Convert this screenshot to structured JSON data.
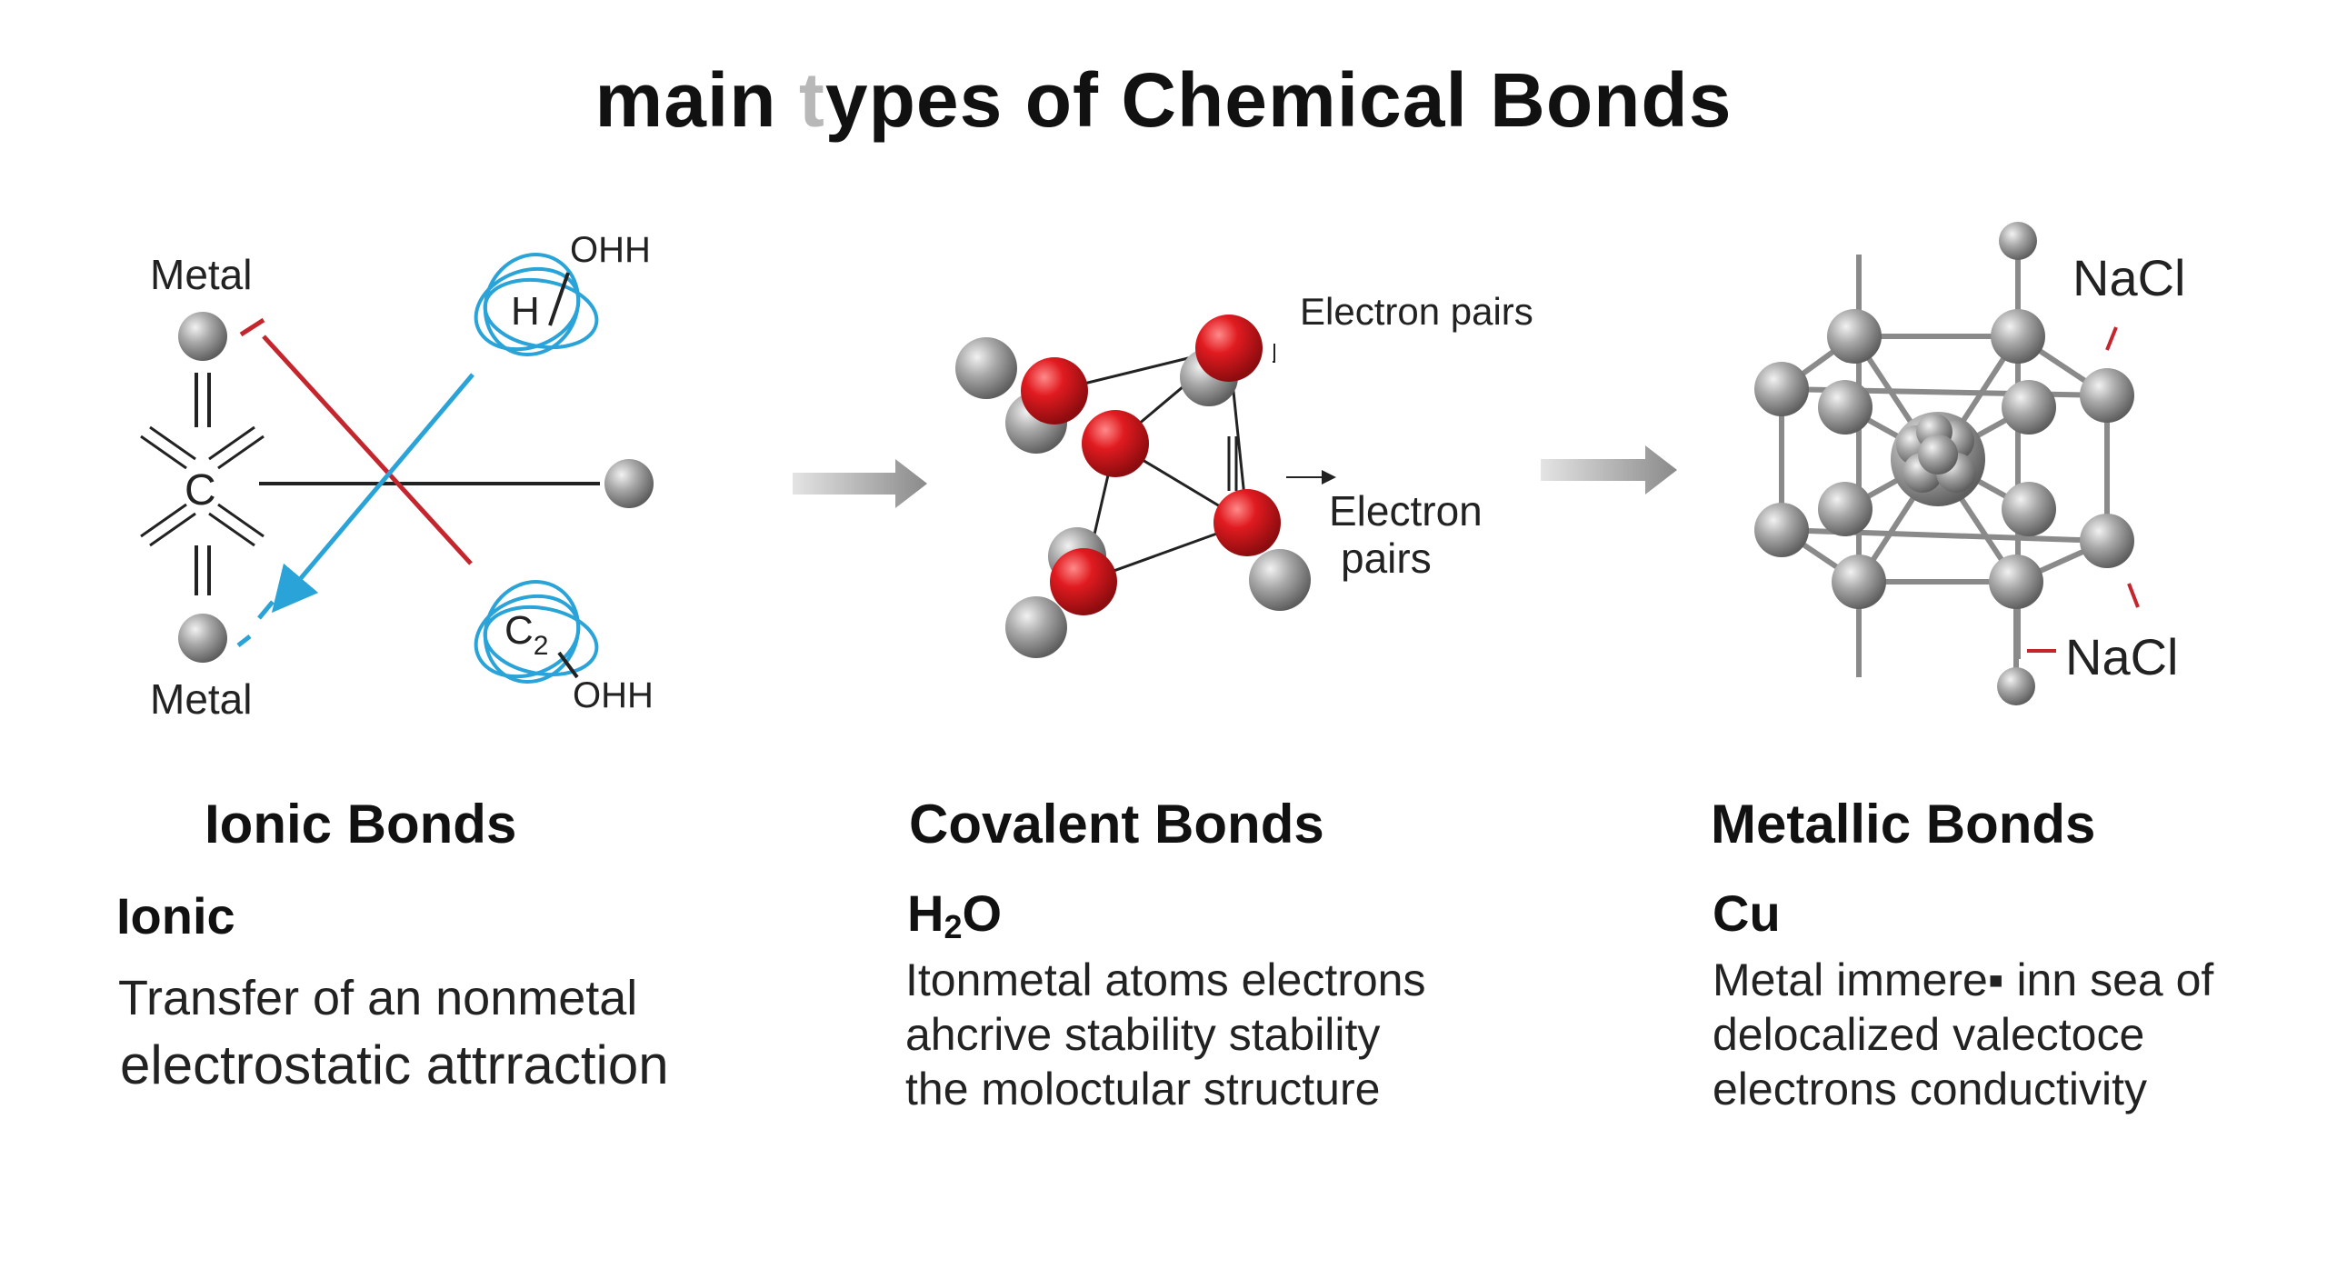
{
  "title": {
    "part1": "main ",
    "faded_letter": "t",
    "part2": "ypes of Chemical Bonds"
  },
  "diagrams": {
    "ionic": {
      "metal_top": "Metal",
      "metal_bottom": "Metal",
      "center_atom": "C",
      "cloud_top_atom": "H",
      "cloud_top_label": "OHH",
      "cloud_bottom_atom": "C",
      "cloud_bottom_sub": "2",
      "cloud_bottom_label": "OHH"
    },
    "covalent": {
      "label_top": "Electron pairs",
      "label_side_line1": "Electron",
      "label_side_line2": "pairs"
    },
    "metallic": {
      "label_top": "NaCl",
      "label_bottom": "NaCl"
    }
  },
  "columns": {
    "ionic": {
      "heading": "Ionic Bonds",
      "subhead": "Ionic",
      "desc_line1": "Transfer of an nonmetal",
      "desc_line2": "electrostatic attrraction"
    },
    "covalent": {
      "heading": "Covalent Bonds",
      "formula_main": "H",
      "formula_sub": "2",
      "formula_end": "O",
      "desc": "Itonmetal atoms electrons\nahcrive stability stability\nthe moloctular structure"
    },
    "metallic": {
      "heading": "Metallic Bonds",
      "subhead": "Cu",
      "desc": "Metal immere▪ inn sea of\ndelocalized valectoce\nelectrons conductivity"
    }
  },
  "colors": {
    "ionic_red_line": "#c4262e",
    "ionic_blue_line": "#2aa3d8",
    "oxygen_red": "#d8161b",
    "atom_gray": "#9a9a9a",
    "arrow_gray": "#a9a9a9"
  },
  "icons": [
    "process-arrow-icon",
    "process-arrow-icon"
  ]
}
